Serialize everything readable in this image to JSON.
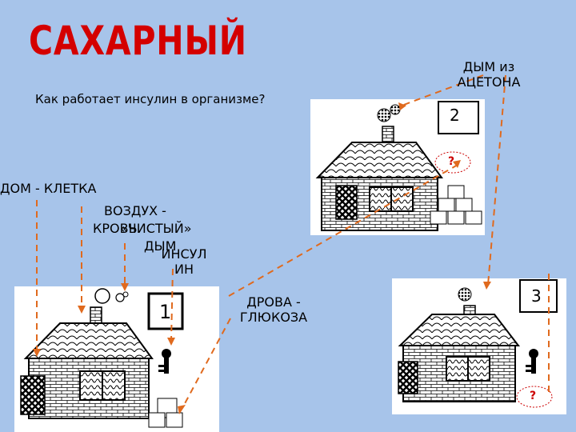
{
  "title": "САХАРНЫЙ",
  "subtitle": "Как работает инсулин в организме?",
  "labels": {
    "acetone": [
      "ДЫМ из",
      "АЦЕТОНА"
    ],
    "house": "ДОМ - КЛЕТКА",
    "air_line1": "ВОЗДУХ -",
    "air_blood": "КРОВЬ",
    "clean": "«ЧИСТЫЙ»",
    "smoke": "ДЫМ",
    "insulin": [
      "ИНСУЛ",
      "ИН"
    ],
    "wood": [
      "ДРОВА -",
      "ГЛЮКОЗА"
    ]
  },
  "panels": [
    {
      "number": "1"
    },
    {
      "number": "2",
      "question": "?"
    },
    {
      "number": "3",
      "question": "?"
    }
  ],
  "colors": {
    "title": "#d40000",
    "background": "#a7c4ea",
    "arrow": "#e06a1e",
    "question": "#cc0000"
  }
}
